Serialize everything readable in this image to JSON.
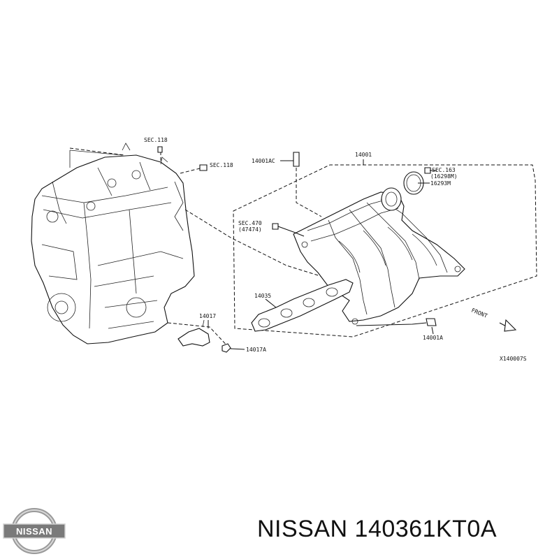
{
  "labels": {
    "sec118_top": "SEC.118",
    "sec118_right": "SEC.118",
    "p14001AC": "14001AC",
    "p14001": "14001",
    "sec163": "SEC.163",
    "p16298M": "(16298M)",
    "p16293M": "16293M",
    "sec470": "SEC.470",
    "p47474": "(47474)",
    "p14035": "14035",
    "p14017": "14017",
    "p14017A": "14017A",
    "p14001A": "14001A",
    "front": "FRONT",
    "drawing_code": "X140007S"
  },
  "caption": {
    "text": "NISSAN 140361KT0A"
  },
  "logo": {
    "text": "NISSAN"
  }
}
